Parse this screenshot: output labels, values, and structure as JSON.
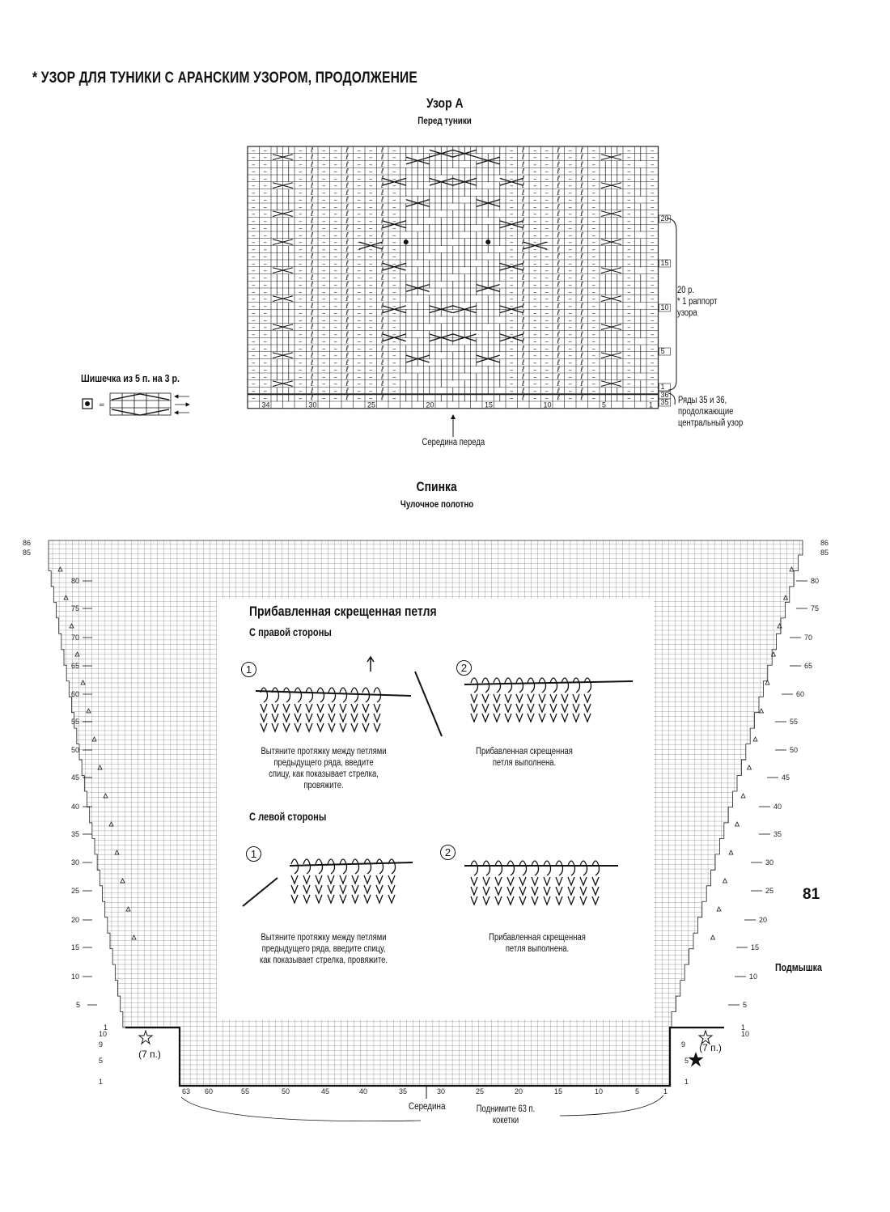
{
  "header": {
    "title": "* УЗОР ДЛЯ ТУНИКИ С АРАНСКИМ УЗОРОМ, ПРОДОЛЖЕНИЕ"
  },
  "pattern_a": {
    "title": "Узор А",
    "subtitle": "Перед туники",
    "col_labels": [
      "34",
      "30",
      "25",
      "20",
      "15",
      "10",
      "5",
      "1"
    ],
    "row_labels": [
      "20",
      "15",
      "10",
      "5",
      "1",
      "36",
      "35"
    ],
    "bracket_note": [
      "20 р.",
      "* 1 раппорт",
      "узора"
    ],
    "rows_note": [
      "Ряды 35 и 36,",
      "продолжающие",
      "центральный узор"
    ],
    "center_label": "Середина переда"
  },
  "bobble": {
    "label": "Шишечка из 5 п. на 3 р.",
    "eq": "="
  },
  "back": {
    "title": "Спинка",
    "subtitle": "Чулочное полотно",
    "left_rows": [
      "86",
      "85",
      "80",
      "75",
      "70",
      "65",
      "60",
      "55",
      "50",
      "45",
      "40",
      "35",
      "30",
      "25",
      "20",
      "15",
      "10",
      "5",
      "1",
      "10",
      "9",
      "5",
      "1"
    ],
    "right_rows": [
      "86",
      "85",
      "80",
      "75",
      "70",
      "65",
      "60",
      "55",
      "50",
      "45",
      "40",
      "35",
      "30",
      "25",
      "20",
      "15",
      "10",
      "5",
      "1",
      "10",
      "9",
      "5",
      "1"
    ],
    "bottom_cols": [
      "63",
      "60",
      "55",
      "50",
      "45",
      "40",
      "35",
      "30",
      "25",
      "20",
      "15",
      "10",
      "5",
      "1"
    ],
    "seven_sts": "(7 п.)",
    "underarm": "Подмышка",
    "center": "Середина",
    "pickup": [
      "Поднимите 63 п.",
      "кокетки"
    ]
  },
  "inset": {
    "title": "Прибавленная скрещенная петля",
    "right_side": "С правой стороны",
    "left_side": "С левой стороны",
    "step1": "1",
    "step2": "2",
    "right_step1": [
      "Вытяните протяжку между петлями",
      "предыдущего ряда, введите",
      "спицу, как показывает стрелка,",
      "провяжите."
    ],
    "right_step2": [
      "Прибавленная скрещенная",
      "петля выполнена."
    ],
    "left_step1": [
      "Вытяните протяжку между петлями",
      "предыдущего ряда, введите спицу,",
      "как показывает стрелка, провяжите."
    ],
    "left_step2": [
      "Прибавленная скрещенная",
      "петля выполнена."
    ]
  },
  "page_number": "81"
}
